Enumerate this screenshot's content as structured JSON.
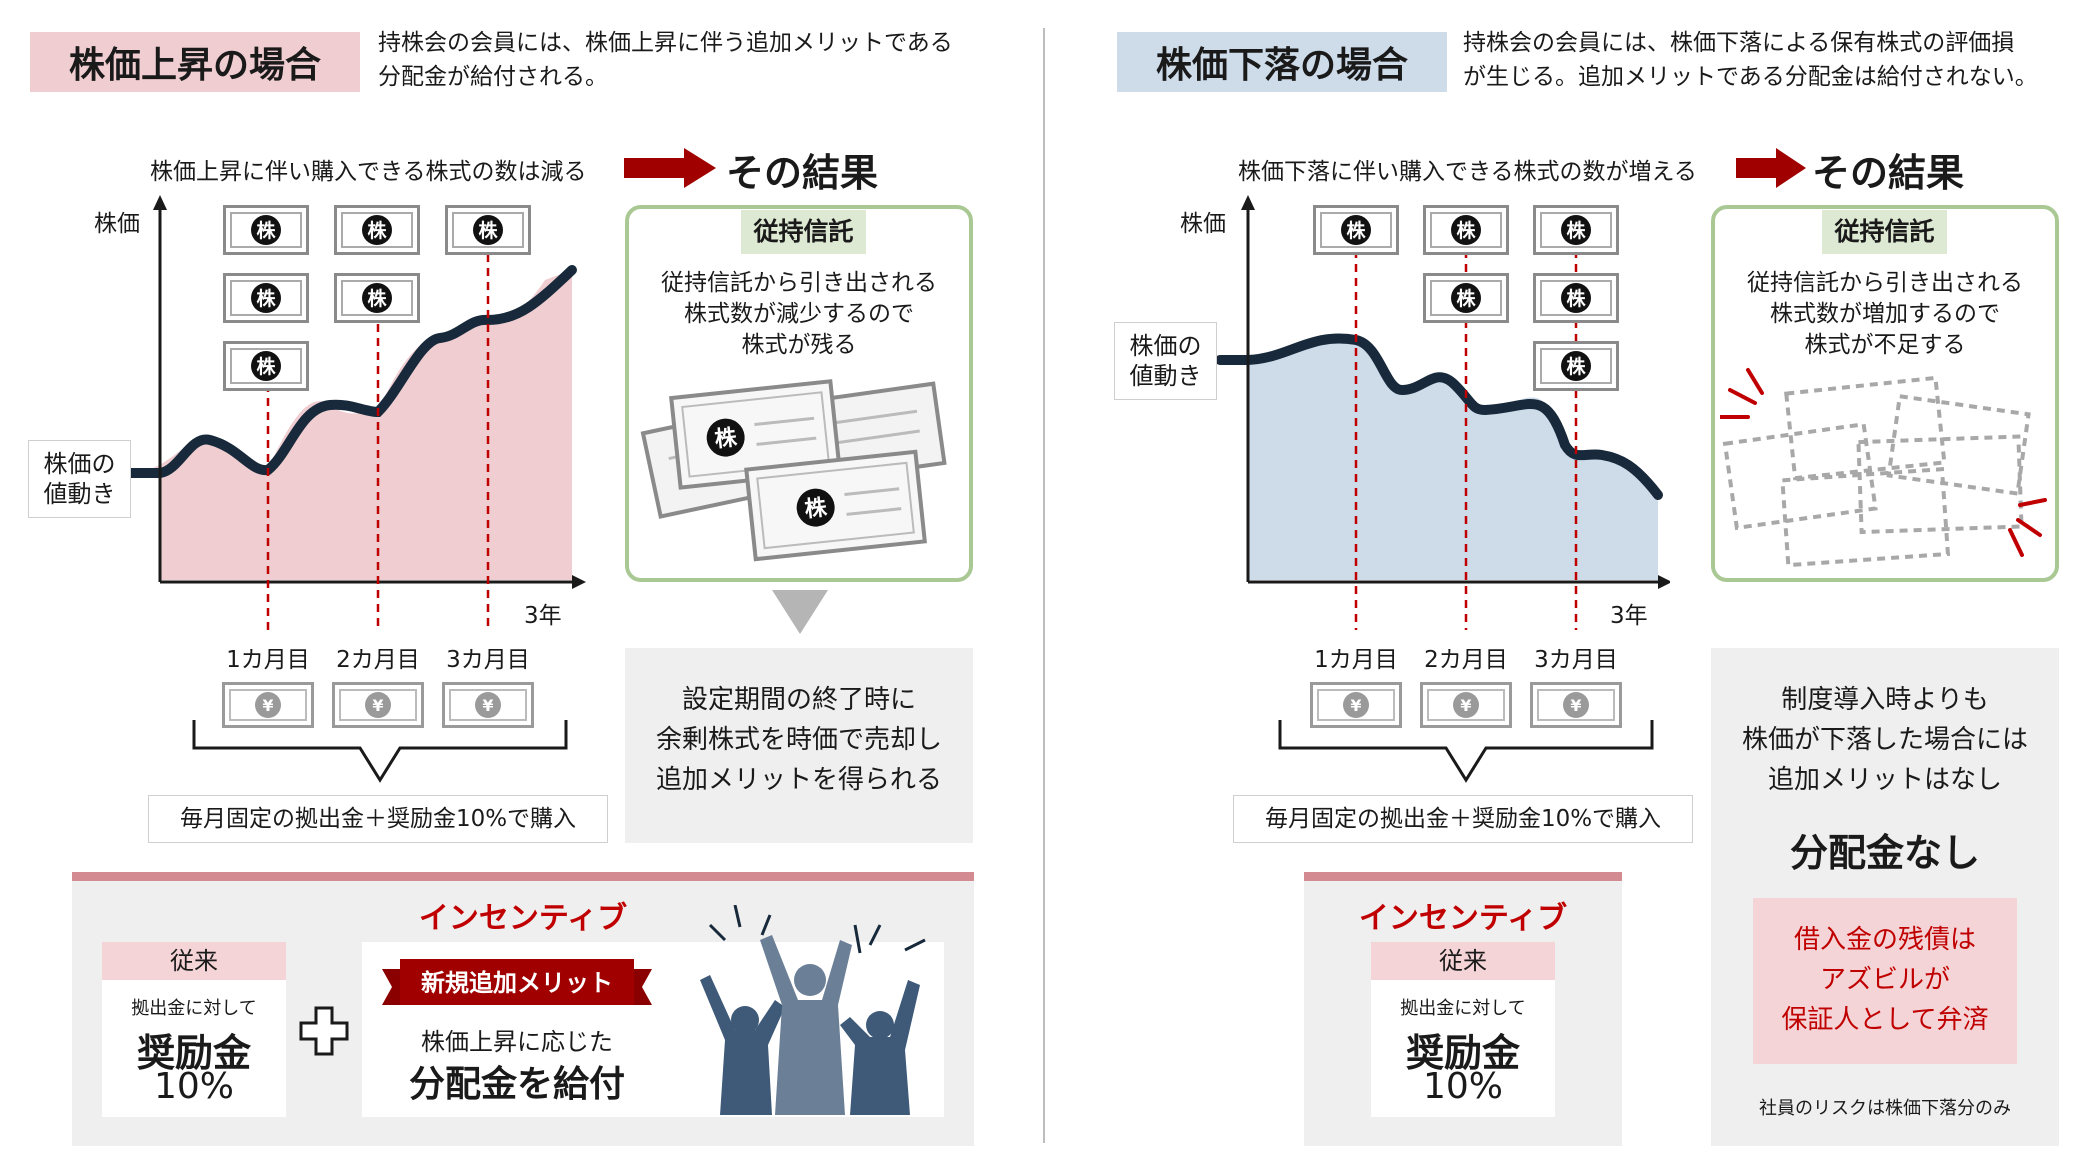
{
  "left": {
    "title": "株価上昇の場合",
    "desc_line1": "持株会の会員には、株価上昇に伴う追加メリットである",
    "desc_line2": "分配金が給付される。",
    "caption": "株価上昇に伴い購入できる株式の数は減る",
    "result": "その結果",
    "axis_label": "株価",
    "movement_label_1": "株価の",
    "movement_label_2": "値動き",
    "x_end_label": "3年",
    "months": [
      "1カ月目",
      "2カ月目",
      "3カ月目"
    ],
    "stock_counts": [
      3,
      2,
      1
    ],
    "stock_glyph": "株",
    "yen_glyph": "¥",
    "purchase_note": "毎月固定の拠出金＋奨励金10%で購入",
    "trust": {
      "label": "従持信託",
      "line1": "従持信託から引き出される",
      "line2": "株式数が減少するので",
      "line3": "株式が残る"
    },
    "outcome": {
      "line1": "設定期間の終了時に",
      "line2": "余剰株式を時価で売却し",
      "line3": "追加メリットを得られる"
    },
    "incentive": {
      "title": "インセンティブ",
      "conventional": "従来",
      "for_contribution": "拠出金に対して",
      "bonus": "奨励金",
      "bonus_pct": "10%",
      "new_merit": "新規追加メリット",
      "according": "株価上昇に応じた",
      "dividend": "分配金を給付"
    }
  },
  "right": {
    "title": "株価下落の場合",
    "desc_line1": "持株会の会員には、株価下落による保有株式の評価損",
    "desc_line2": "が生じる。追加メリットである分配金は給付されない。",
    "caption": "株価下落に伴い購入できる株式の数が増える",
    "result": "その結果",
    "axis_label": "株価",
    "movement_label_1": "株価の",
    "movement_label_2": "値動き",
    "x_end_label": "3年",
    "months": [
      "1カ月目",
      "2カ月目",
      "3カ月目"
    ],
    "stock_counts": [
      1,
      2,
      3
    ],
    "stock_glyph": "株",
    "yen_glyph": "¥",
    "purchase_note": "毎月固定の拠出金＋奨励金10%で購入",
    "trust": {
      "label": "従持信託",
      "line1": "従持信託から引き出される",
      "line2": "株式数が増加するので",
      "line3": "株式が不足する"
    },
    "outcome": {
      "line1": "制度導入時よりも",
      "line2": "株価が下落した場合には",
      "line3": "追加メリットはなし",
      "big": "分配金なし",
      "guarantee1": "借入金の残債は",
      "guarantee2": "アズビルが",
      "guarantee3": "保証人として弁済",
      "risk_note": "社員のリスクは株価下落分のみ"
    },
    "incentive": {
      "title": "インセンティブ",
      "conventional": "従来",
      "for_contribution": "拠出金に対して",
      "bonus": "奨励金",
      "bonus_pct": "10%"
    }
  },
  "colors": {
    "rise_fill": "#efcdd0",
    "fall_fill": "#cedcea",
    "line": "#17293a",
    "dashed": "#c00000",
    "arrow_red": "#a00000",
    "trust_green": "#a9c893",
    "incentive_red": "#c00000"
  },
  "icons": [
    "stock-certificate-icon",
    "yen-bill-icon",
    "arrow-right-icon",
    "down-triangle-icon",
    "plus-icon",
    "cheering-people-icon",
    "burst-lines-icon"
  ]
}
